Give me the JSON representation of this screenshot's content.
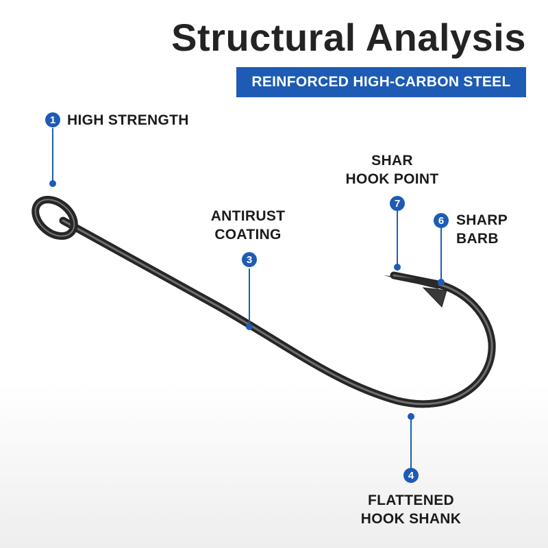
{
  "title": "Structural Analysis",
  "subtitle": "REINFORCED HIGH-CARBON STEEL",
  "callouts": [
    {
      "number": "1",
      "lines": [
        "HIGH STRENGTH"
      ]
    },
    {
      "number": "3",
      "lines": [
        "ANTIRUST",
        "COATING"
      ]
    },
    {
      "number": "4",
      "lines": [
        "FLATTENED",
        "HOOK SHANK"
      ]
    },
    {
      "number": "6",
      "lines": [
        "SHARP",
        "BARB"
      ]
    },
    {
      "number": "7",
      "lines": [
        "SHAR",
        "HOOK POINT"
      ]
    }
  ],
  "colors": {
    "accent": "#1d5bb5",
    "title": "#232323",
    "hook": "#2e2e2e"
  }
}
